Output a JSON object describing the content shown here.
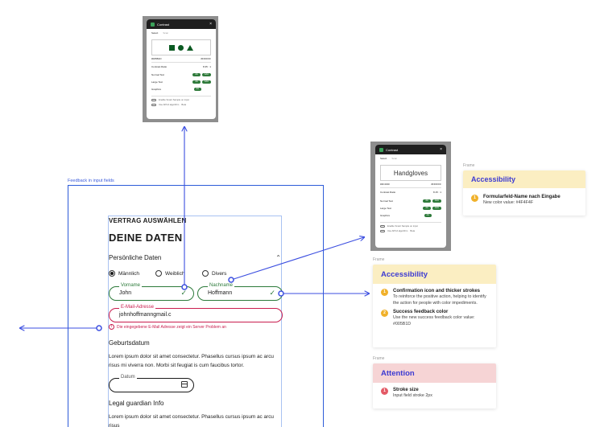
{
  "canvas": {
    "main_frame_label": "Feedback in input fields",
    "frame_label": "Frame"
  },
  "form": {
    "eyebrow": "VERTRAG AUSWÄHLEN",
    "title": "DEINE DATEN",
    "section": "Persönliche Daten",
    "radios": [
      {
        "label": "Männlich",
        "selected": true
      },
      {
        "label": "Weiblich",
        "selected": false
      },
      {
        "label": "Divers",
        "selected": false
      }
    ],
    "first_name": {
      "label": "Vorname",
      "value": "John"
    },
    "last_name": {
      "label": "Nachname",
      "value": "Hoffmann"
    },
    "email": {
      "label": "E-Mail-Adresse",
      "value": "johnhoffmanngmail.c"
    },
    "error_message": "Die eingegebene E-Mail Adresse zeigt ein Server Problem an",
    "birth_heading": "Geburtsdatum",
    "lorem": "Lorem ipsum dolor sit amet consectetur. Phasellus cursus ipsum ac arcu risus mi viverra non. Morbi sit feugiat is cum faucibus tortor.",
    "date": {
      "label": "Datum",
      "value": ""
    },
    "guardian_heading": "Legal guardian Info",
    "lorem2": "Lorem ipsum dolor sit amet consectetur. Phasellus cursus ipsum ac arcu risus"
  },
  "plugin_panels": [
    {
      "title": "Contrast",
      "tabs": [
        "Select",
        "Scan"
      ],
      "fg_color": "#005B1D",
      "bg_color": "#FFFFFF",
      "contrast_label": "Contrast Ratio",
      "contrast_value": "8.35 : 1",
      "rows": [
        {
          "label": "Normal Text",
          "pills": [
            "AA",
            "AAA"
          ]
        },
        {
          "label": "Large Text",
          "pills": [
            "AA",
            "AAA"
          ]
        },
        {
          "label": "Graphics",
          "pills": [
            "AA"
          ]
        }
      ],
      "footer1": "Enable Smart Sample on input",
      "footer2": "Use APCA algorithm",
      "beta": "Beta"
    },
    {
      "title": "Contrast",
      "tabs": [
        "Select",
        "Scan"
      ],
      "preview_text": "Handgloves",
      "fg_color": "#4F4F4F",
      "bg_color": "#FFFFFF",
      "contrast_label": "Contrast Ratio",
      "contrast_value": "8.15 : 1",
      "rows": [
        {
          "label": "Normal Text",
          "pills": [
            "AA",
            "AAA"
          ]
        },
        {
          "label": "Large Text",
          "pills": [
            "AA",
            "AAA"
          ]
        },
        {
          "label": "Graphics",
          "pills": [
            "AA"
          ]
        }
      ],
      "footer1": "Enable Smart Sample on input",
      "footer2": "Use APCA algorithm",
      "beta": "Beta"
    }
  ],
  "cards": {
    "acc1": {
      "title": "Accessibility",
      "items": [
        {
          "num": "1",
          "title": "Formularfeld-Name nach Eingabe",
          "body": "New color value: #4F4F4F"
        }
      ]
    },
    "acc2": {
      "title": "Accessibility",
      "items": [
        {
          "num": "1",
          "title": "Confirmation icon and thicker strokes",
          "body": "To reinforce the positive action, helping to identify the action for people with color impediments."
        },
        {
          "num": "2",
          "title": "Success feedback color",
          "body": "Use the new success feedback color value: #005B1D"
        }
      ]
    },
    "attention": {
      "title": "Attention",
      "items": [
        {
          "num": "1",
          "title": "Stroke size",
          "body": "Input field stroke 2px"
        }
      ]
    }
  },
  "colors": {
    "accent_blue": "#3b4ee0",
    "success_green": "#2c7a3a",
    "error_red": "#c91d4e"
  }
}
